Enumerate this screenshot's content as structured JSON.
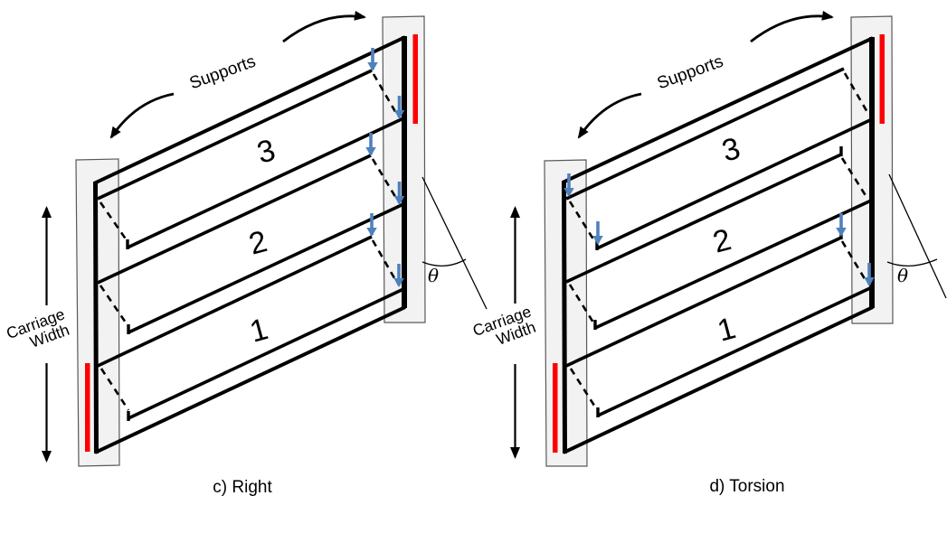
{
  "diagram": {
    "labels": {
      "supports": "Supports",
      "carriage_line1": "Carriage",
      "carriage_line2": "Width",
      "theta": "θ",
      "strip_1": "1",
      "strip_2": "2",
      "strip_3": "3"
    },
    "captions": {
      "left": "c) Right",
      "right": "d) Torsion"
    },
    "colors": {
      "background": "#ffffff",
      "support_fill": "#f2f2f2",
      "support_stroke": "#595959",
      "highlight_red": "#ff0000",
      "load_arrow_blue": "#4f81bd",
      "ink": "#000000"
    },
    "icons": {
      "load_arrow": "↓",
      "rotation_arrow": "⟳",
      "double_arrow_vertical": "↕"
    }
  }
}
